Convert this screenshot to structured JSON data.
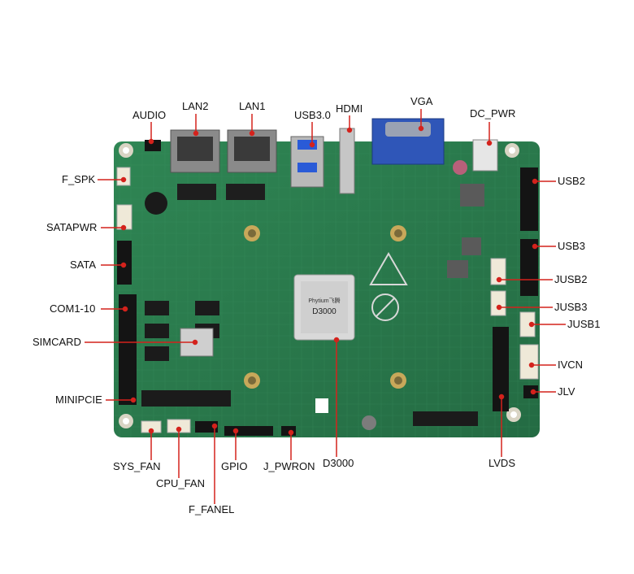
{
  "labels": {
    "audio": "AUDIO",
    "lan2": "LAN2",
    "lan1": "LAN1",
    "usb30": "USB3.0",
    "hdmi": "HDMI",
    "vga": "VGA",
    "dc_pwr": "DC_PWR",
    "f_spk": "F_SPK",
    "usb2": "USB2",
    "satapwr": "SATAPWR",
    "usb3": "USB3",
    "sata": "SATA",
    "jusb2": "JUSB2",
    "com": "COM1-10",
    "jusb3": "JUSB3",
    "jusb1": "JUSB1",
    "simcard": "SIMCARD",
    "ivcn": "IVCN",
    "jlv": "JLV",
    "minipcie": "MINIPCIE",
    "sys_fan": "SYS_FAN",
    "gpio": "GPIO",
    "j_pwron": "J_PWRON",
    "d3000": "D3000",
    "lvds": "LVDS",
    "cpu_fan": "CPU_FAN",
    "f_fanel": "F_FANEL"
  },
  "chip": {
    "brand": "Phytium飞腾",
    "model": "D3000"
  },
  "colors": {
    "pcb": "#2e7d4f",
    "leader": "#d4221c"
  }
}
